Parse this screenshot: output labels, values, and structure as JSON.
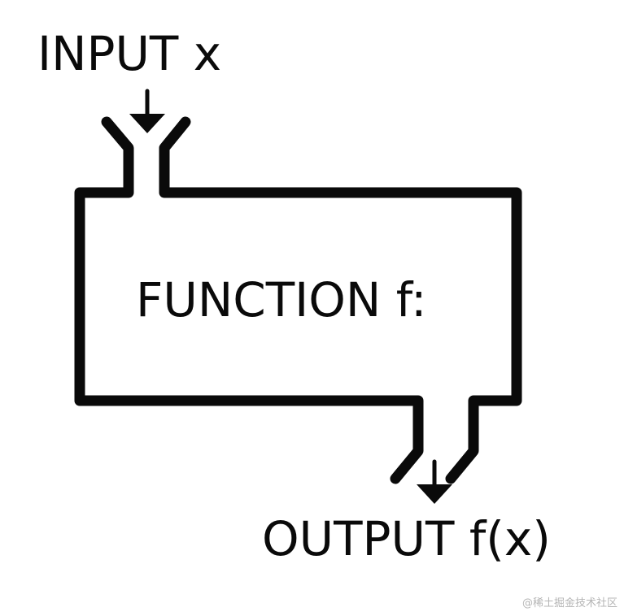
{
  "diagram": {
    "input_label": "INPUT x",
    "function_label": "FUNCTION f:",
    "output_label": "OUTPUT f(x)",
    "stroke_color": "#0a0a0a",
    "background_color": "#ffffff"
  },
  "watermark": {
    "text": "@稀土掘金技术社区"
  }
}
